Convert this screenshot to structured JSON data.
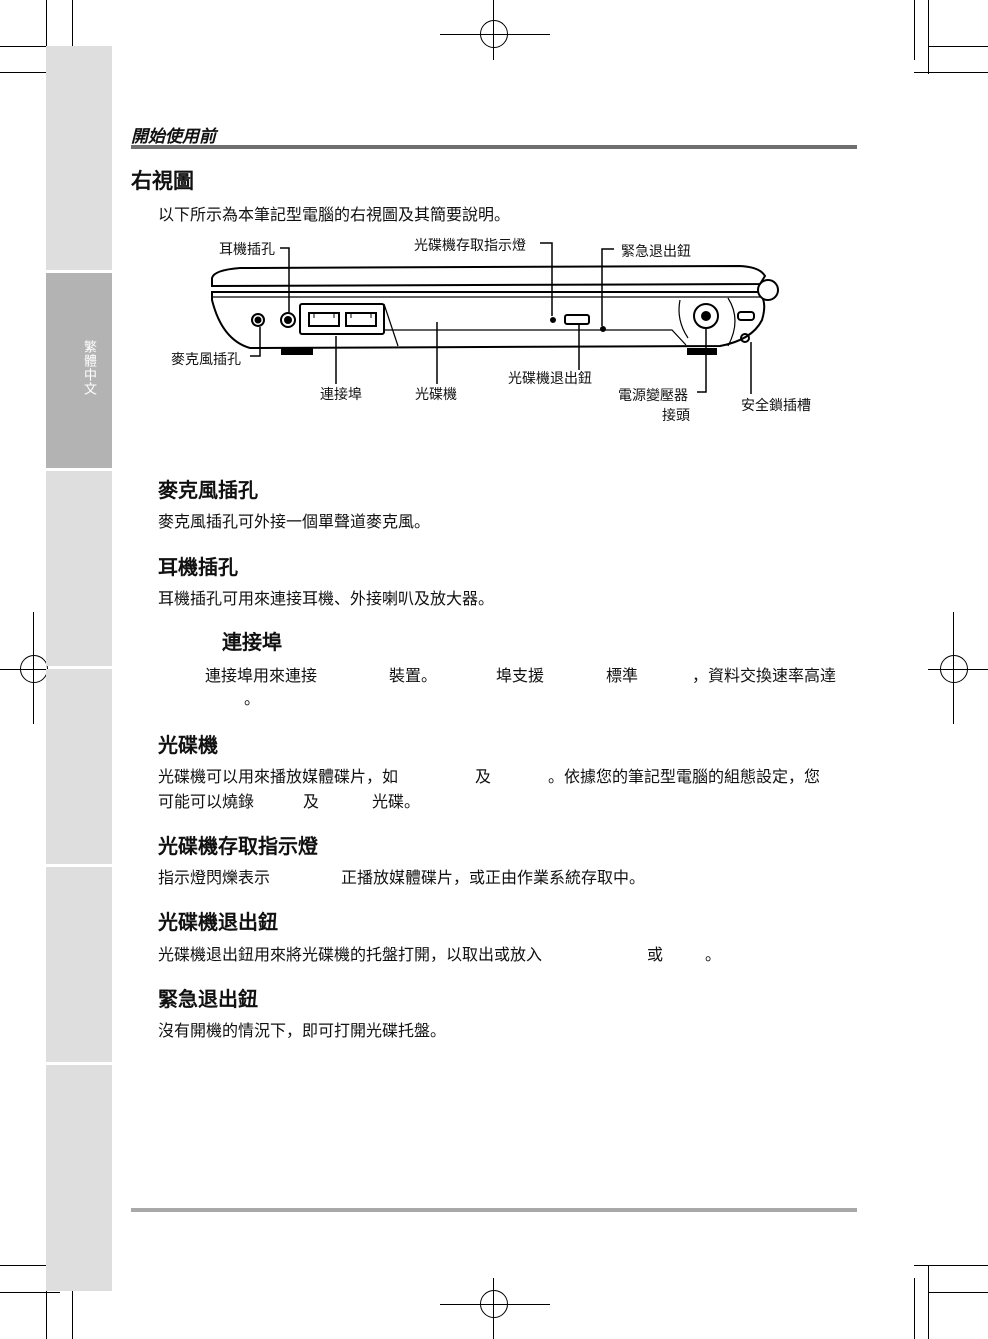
{
  "header": {
    "section_label": "開始使用前"
  },
  "side_tab": {
    "label": "繁體中文"
  },
  "page": {
    "title": "右視圖",
    "intro": "以下所示為本筆記型電腦的右視圖及其簡要說明。"
  },
  "figure": {
    "labels": {
      "headphone": "耳機插孔",
      "odd_led": "光碟機存取指示燈",
      "emergency": "緊急退出鈕",
      "mic": "麥克風插孔",
      "usb": "連接埠",
      "odd": "光碟機",
      "eject": "光碟機退出鈕",
      "power_line1": "電源變壓器",
      "power_line2": "接頭",
      "lock": "安全鎖插槽"
    }
  },
  "sections": [
    {
      "heading": "麥克風插孔",
      "lines": [
        "麥克風插孔可外接一個單聲道麥克風。"
      ]
    },
    {
      "heading": "耳機插孔",
      "lines": [
        "耳機插孔可用來連接耳機、外接喇叭及放大器。"
      ]
    },
    {
      "heading": "連接埠",
      "lines": [
        "連接埠用來連接",
        "裝置。",
        "埠支援",
        "標準",
        "，資料交換速率高達",
        "。"
      ]
    },
    {
      "heading": "光碟機",
      "lines": [
        "光碟機可以用來播放媒體碟片，如",
        "及",
        "。依據您的筆記型電腦的組態設定，您",
        "可能可以燒錄",
        "及",
        "光碟。"
      ]
    },
    {
      "heading": "光碟機存取指示燈",
      "lines": [
        "指示燈閃爍表示",
        "正播放媒體碟片，或正由作業系統存取中。"
      ]
    },
    {
      "heading": "光碟機退出鈕",
      "lines": [
        "光碟機退出鈕用來將光碟機的托盤打開，以取出或放入",
        "或",
        "。"
      ]
    },
    {
      "heading": "緊急退出鈕",
      "lines": [
        "沒有開機的情況下，即可打開光碟托盤。"
      ]
    }
  ]
}
